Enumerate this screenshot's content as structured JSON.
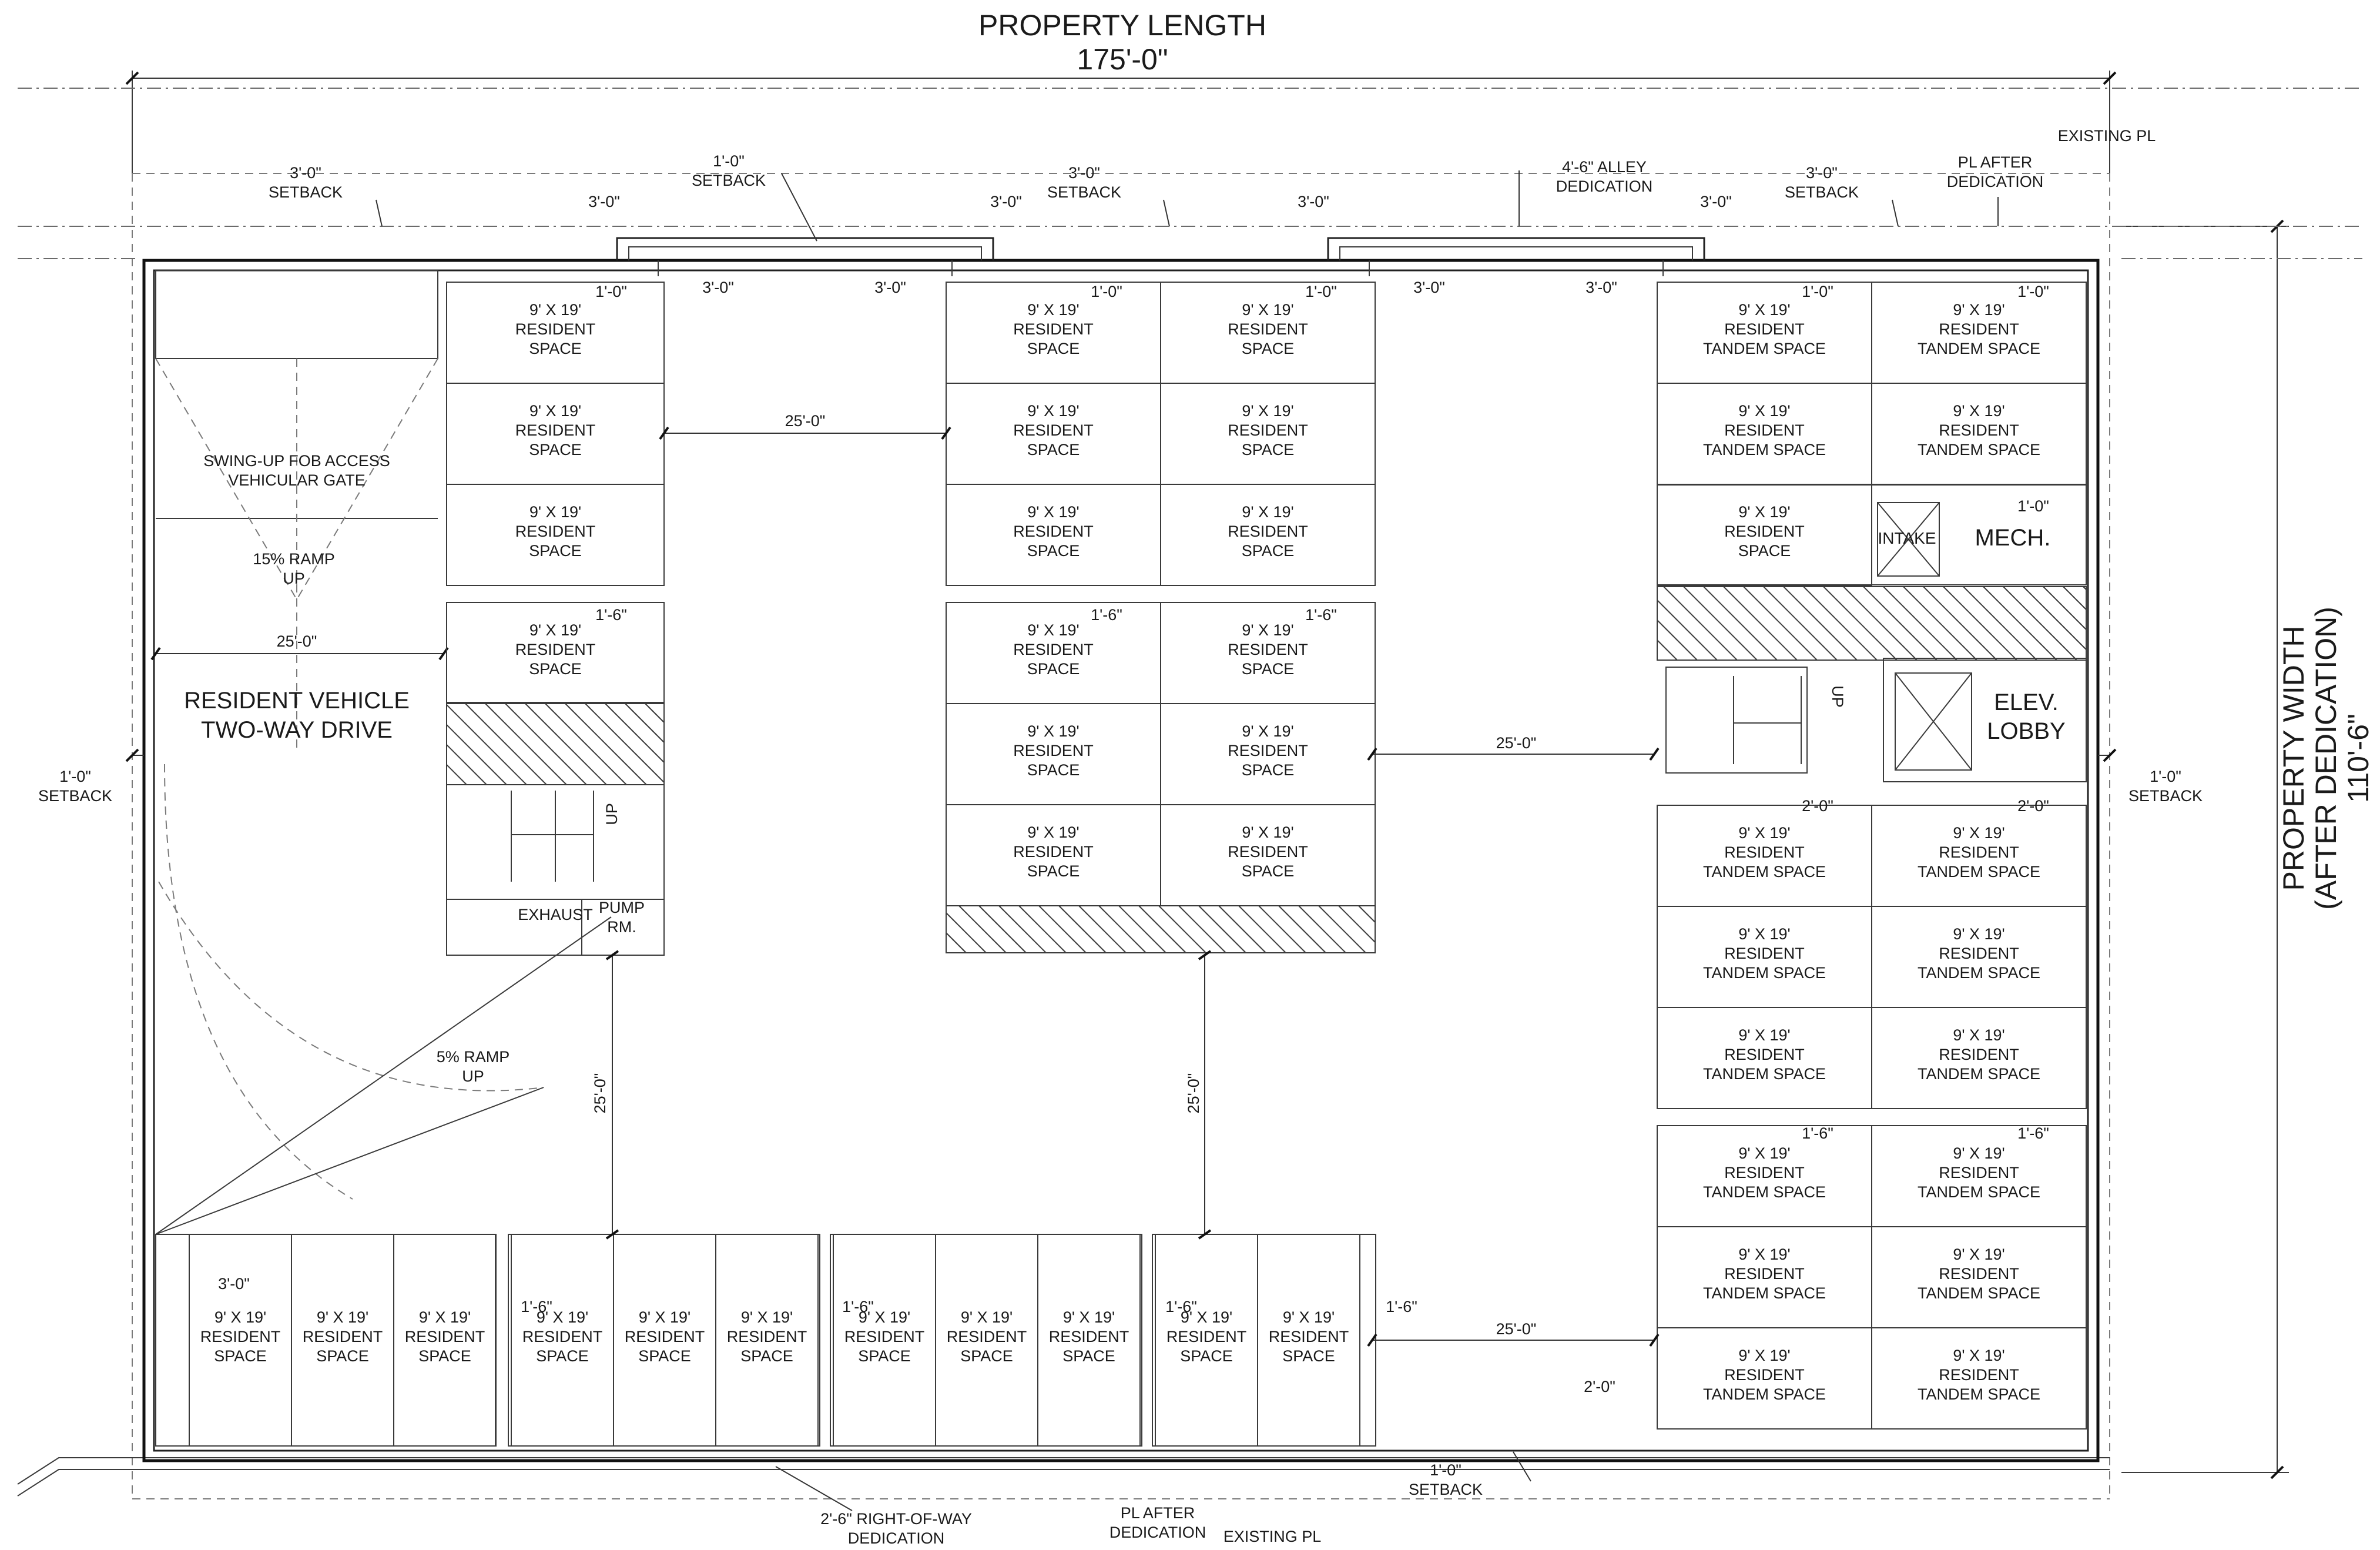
{
  "title": {
    "length_label": "PROPERTY LENGTH",
    "length_value": "175'-0\"",
    "width_label": "PROPERTY WIDTH",
    "width_sub": "(AFTER DEDICATION)",
    "width_value": "110'-6\""
  },
  "stall": {
    "size": "9' X 19'",
    "resident": "RESIDENT",
    "space": "SPACE",
    "tandem": "TANDEM SPACE"
  },
  "rooms": {
    "gate_1": "SWING-UP FOB ACCESS",
    "gate_2": "VEHICULAR GATE",
    "ramp15_1": "15% RAMP",
    "ramp15_2": "UP",
    "drive_1": "RESIDENT VEHICLE",
    "drive_2": "TWO-WAY DRIVE",
    "ramp5_1": "5% RAMP",
    "ramp5_2": "UP",
    "exhaust": "EXHAUST",
    "pump_1": "PUMP",
    "pump_2": "RM.",
    "stair_up": "UP",
    "intake": "INTAKE",
    "mech": "MECH.",
    "elev_1": "ELEV.",
    "elev_2": "LOBBY"
  },
  "notes": {
    "existing_pl": "EXISTING PL",
    "pl_after": "PL AFTER",
    "dedication": "DEDICATION",
    "setback": "SETBACK",
    "alley": "4'-6\" ALLEY",
    "row": "2'-6\" RIGHT-OF-WAY"
  },
  "dims": {
    "d3": "3'-0\"",
    "d1": "1'-0\"",
    "d1_6": "1'-6\"",
    "d2": "2'-0\"",
    "d25": "25'-0\""
  }
}
